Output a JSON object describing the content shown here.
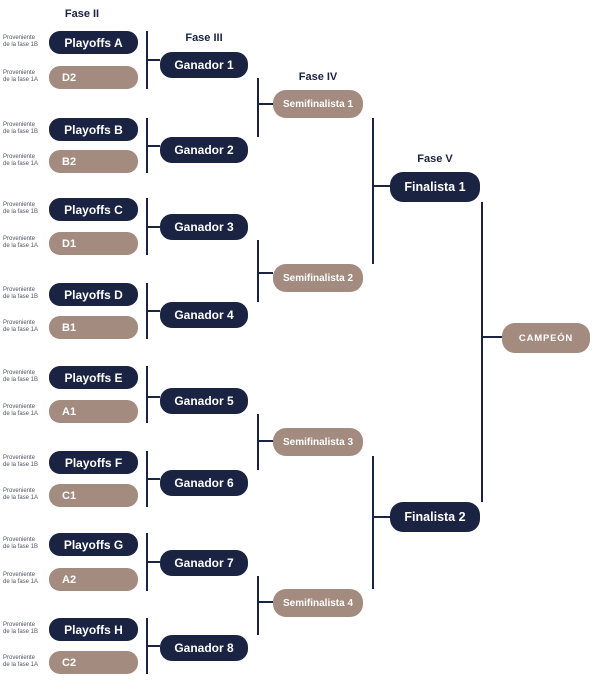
{
  "headings": {
    "fase_ii": "Fase II",
    "fase_iii": "Fase III",
    "fase_iv": "Fase IV",
    "fase_v": "Fase V"
  },
  "source": {
    "line1": "Proveniente",
    "playoff_line2": "de la fase 1B",
    "seed_line2": "de la fase 1A"
  },
  "pairs": [
    {
      "playoff": "Playoffs A",
      "seed": "D2"
    },
    {
      "playoff": "Playoffs B",
      "seed": "B2"
    },
    {
      "playoff": "Playoffs C",
      "seed": "D1"
    },
    {
      "playoff": "Playoffs D",
      "seed": "B1"
    },
    {
      "playoff": "Playoffs E",
      "seed": "A1"
    },
    {
      "playoff": "Playoffs F",
      "seed": "C1"
    },
    {
      "playoff": "Playoffs G",
      "seed": "A2"
    },
    {
      "playoff": "Playoffs H",
      "seed": "C2"
    }
  ],
  "winners": [
    "Ganador 1",
    "Ganador 2",
    "Ganador 3",
    "Ganador 4",
    "Ganador 5",
    "Ganador 6",
    "Ganador 7",
    "Ganador 8"
  ],
  "semifinalists": [
    "Semifinalista 1",
    "Semifinalista 2",
    "Semifinalista 3",
    "Semifinalista 4"
  ],
  "finalists": [
    "Finalista 1",
    "Finalista 2"
  ],
  "champion": "CAMPEÓN",
  "colors": {
    "navy": "#1a2342",
    "tan": "#a48b80",
    "line": "#1a2342",
    "label": "#4e5565",
    "background": "#ffffff"
  }
}
